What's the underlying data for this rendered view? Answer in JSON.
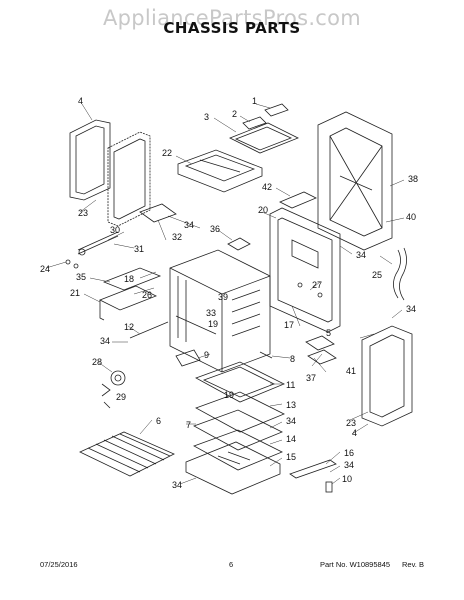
{
  "header": {
    "watermark": "AppliancePartsPros.com",
    "title": "CHASSIS PARTS"
  },
  "callouts": {
    "c1": "1",
    "c2": "2",
    "c3": "3",
    "c4a": "4",
    "c4b": "4",
    "c5": "5",
    "c6": "6",
    "c7": "7",
    "c8": "8",
    "c9": "9",
    "c10": "10",
    "c11": "11",
    "c12": "12",
    "c13": "13",
    "c14": "14",
    "c15": "15",
    "c16": "16",
    "c17": "17",
    "c18": "18",
    "c19a": "19",
    "c19b": "19",
    "c20": "20",
    "c21": "21",
    "c22": "22",
    "c23a": "23",
    "c23b": "23",
    "c24": "24",
    "c25": "25",
    "c26": "26",
    "c27": "27",
    "c28": "28",
    "c29": "29",
    "c30": "30",
    "c31": "31",
    "c32": "32",
    "c33": "33",
    "c34a": "34",
    "c34b": "34",
    "c34c": "34",
    "c34d": "34",
    "c34e": "34",
    "c34f": "34",
    "c34g": "34",
    "c35": "35",
    "c36": "36",
    "c37": "37",
    "c38": "38",
    "c39": "39",
    "c40": "40",
    "c41": "41",
    "c42": "42"
  },
  "footer": {
    "date": "07/25/2016",
    "page": "6",
    "part_no": "Part No. W10895845",
    "rev": "Rev. B"
  }
}
